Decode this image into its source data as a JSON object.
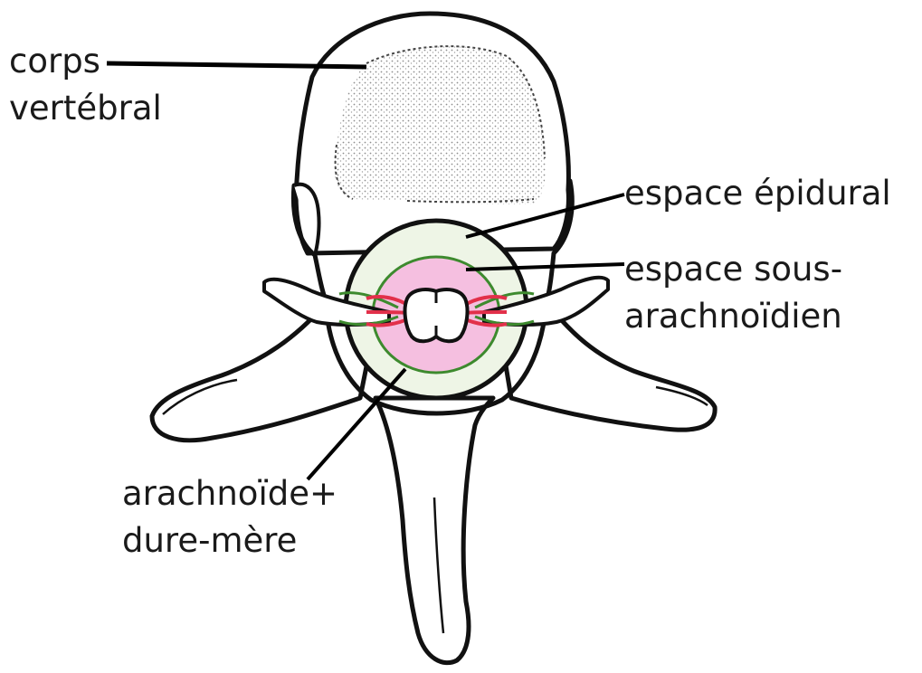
{
  "labels": {
    "corps_vertebral": [
      "corps",
      "vertébral"
    ],
    "espace_epidural": [
      "espace épidural"
    ],
    "espace_sous_arachnoidien": [
      "espace sous-",
      "arachnoïdien"
    ],
    "arachnoide_dure_mere": [
      "arachnoïde+",
      "dure-mère"
    ]
  },
  "colors": {
    "outline": "#111111",
    "dura_ring": "#3d8a2e",
    "epidural_fill": "#eef5e6",
    "subarachnoid_fill": "#f5bfe0",
    "nerve_root": "#e2304a",
    "spinal_cord": "#ffffff"
  }
}
